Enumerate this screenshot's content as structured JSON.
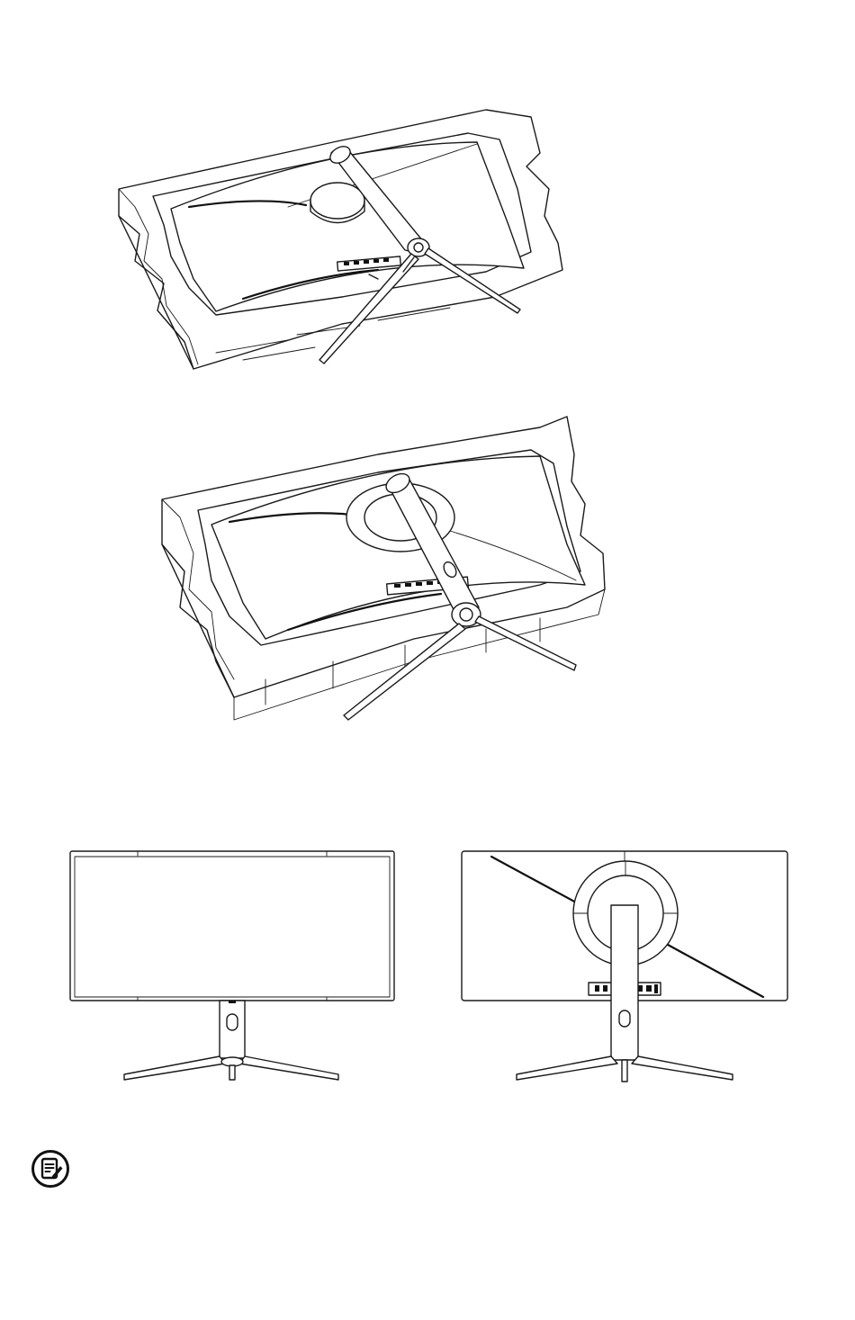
{
  "page": {
    "figures": [
      {
        "id": "step-1",
        "icon": "monitor-in-foam-tray-with-stand-icon"
      },
      {
        "id": "step-2",
        "icon": "monitor-in-foam-tray-stand-attached-icon"
      },
      {
        "id": "front-view",
        "icon": "monitor-front-view-icon"
      },
      {
        "id": "rear-view",
        "icon": "monitor-rear-view-icon"
      }
    ],
    "note_icon": "note-pencil-icon",
    "colors": {
      "line": "#1a1a1a",
      "background": "#ffffff"
    }
  }
}
